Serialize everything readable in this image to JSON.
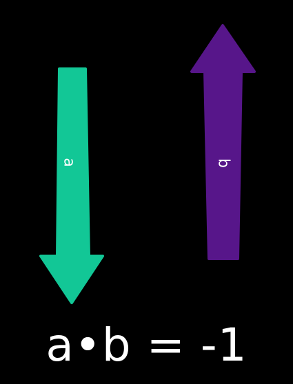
{
  "colors": {
    "background": "#000000",
    "vector_a": "#12c796",
    "vector_b": "#57168a",
    "text": "#ffffff"
  },
  "vectors": [
    {
      "label": "a",
      "direction": "down",
      "color": "#12c796"
    },
    {
      "label": "b",
      "direction": "up",
      "color": "#57168a"
    }
  ],
  "equation": "a•b = -1"
}
